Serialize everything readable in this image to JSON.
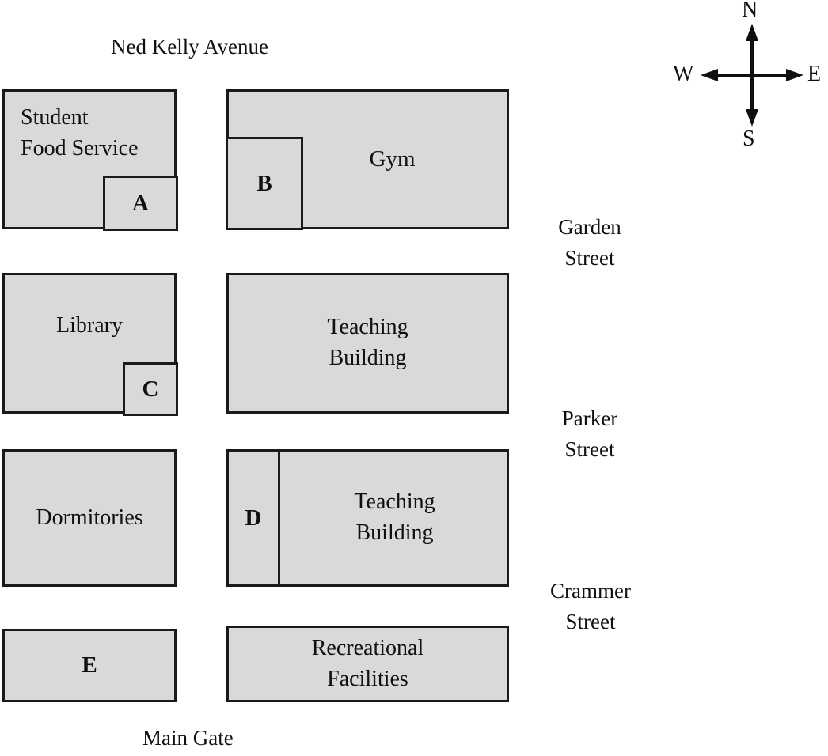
{
  "map": {
    "title_label": "Ned Kelly Avenue",
    "bottom_label": "Main Gate",
    "fill_color": "#d9d9d9",
    "border_color": "#1a1a1a",
    "background_color": "#ffffff"
  },
  "compass": {
    "north": "N",
    "south": "S",
    "east": "E",
    "west": "W"
  },
  "streets": [
    {
      "id": "garden",
      "line1": "Garden",
      "line2": "Street"
    },
    {
      "id": "parker",
      "line1": "Parker",
      "line2": "Street"
    },
    {
      "id": "crammer",
      "line1": "Crammer",
      "line2": "Street"
    }
  ],
  "buildings": {
    "student_food_service": {
      "line1": "Student",
      "line2": "Food Service"
    },
    "block_a": {
      "label": "A"
    },
    "gym": {
      "label": "Gym"
    },
    "block_b": {
      "label": "B"
    },
    "library": {
      "label": "Library"
    },
    "block_c": {
      "label": "C"
    },
    "teaching_building_upper": {
      "line1": "Teaching",
      "line2": "Building"
    },
    "dormitories": {
      "label": "Dormitories"
    },
    "block_d": {
      "label": "D"
    },
    "teaching_building_lower": {
      "line1": "Teaching",
      "line2": "Building"
    },
    "block_e": {
      "label": "E"
    },
    "recreational_facilities": {
      "line1": "Recreational",
      "line2": "Facilities"
    }
  }
}
